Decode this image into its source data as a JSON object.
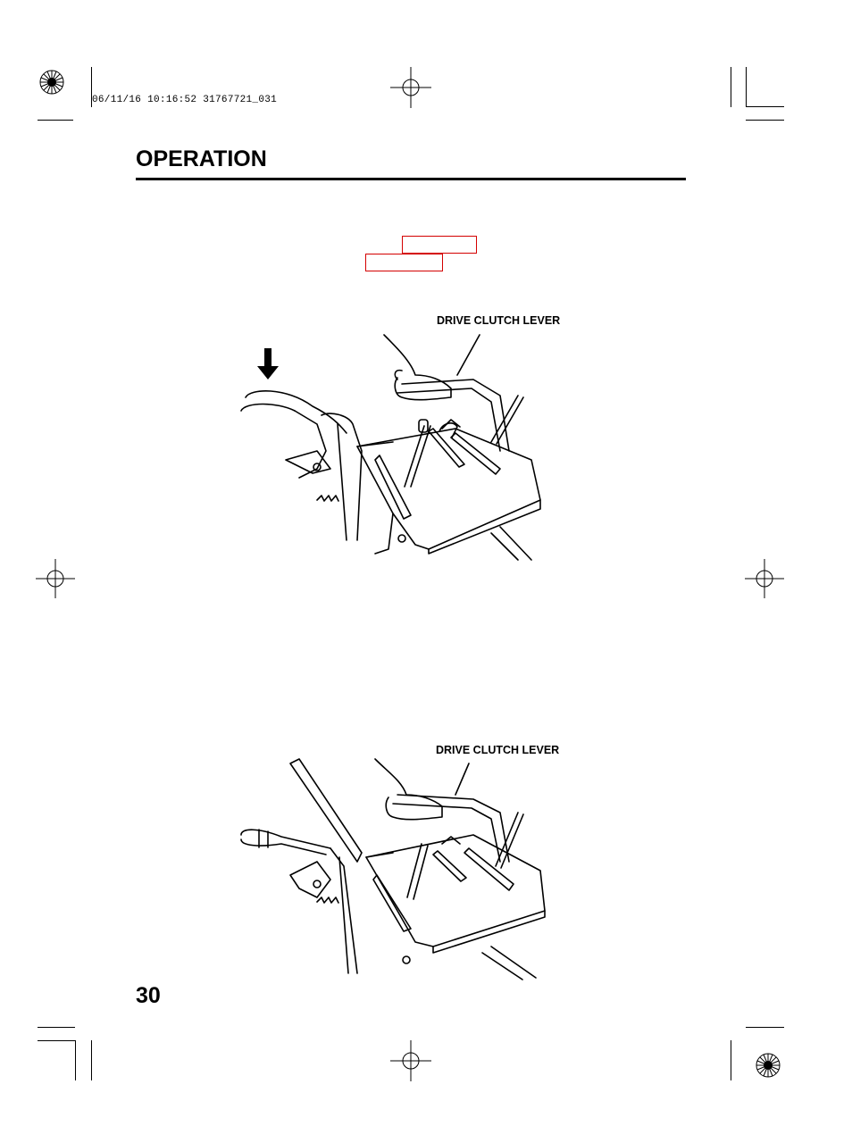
{
  "header": {
    "timestamp": "06/11/16 10:16:52 31767721_031",
    "section_title": "OPERATION"
  },
  "figures": [
    {
      "callout": "DRIVE CLUTCH LEVER"
    },
    {
      "callout": "DRIVE CLUTCH LEVER"
    }
  ],
  "footer": {
    "page_number": "30"
  },
  "colors": {
    "link_box": "#d40000",
    "ink": "#000000"
  }
}
